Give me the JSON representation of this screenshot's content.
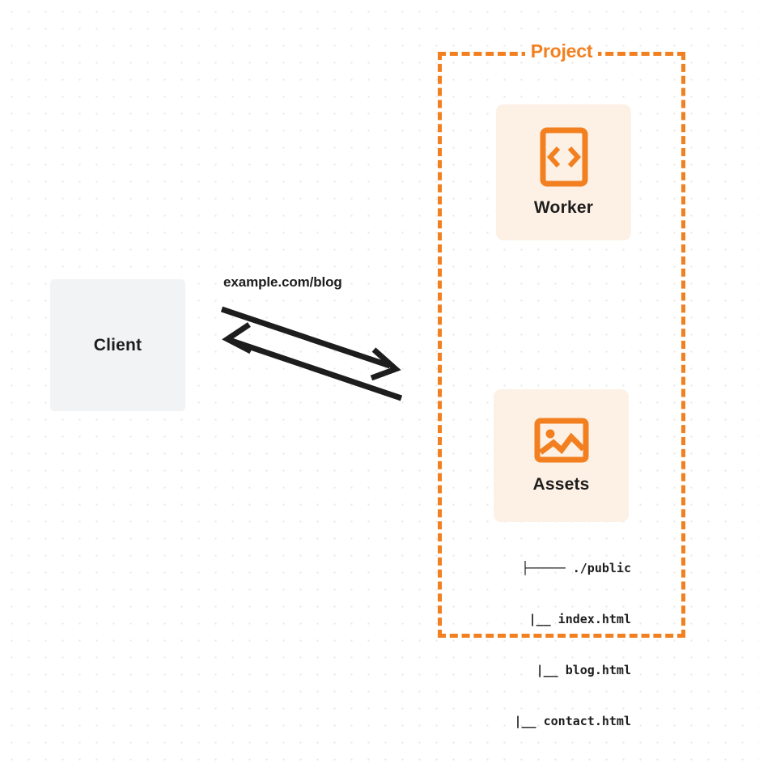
{
  "diagram": {
    "type": "architecture-flow",
    "title": "Client to Project Worker and Assets routing",
    "colors": {
      "accent_orange": "#f38020",
      "card_background": "#fdf1e5",
      "client_background": "#f2f3f4",
      "text_dark": "#1d1d1d",
      "canvas_background": "#ffffff",
      "grid_dot": "#e9e9ea"
    }
  },
  "client": {
    "label": "Client",
    "icon": "client-box"
  },
  "connector": {
    "request_label": "example.com/blog",
    "arrows": [
      {
        "name": "request-arrow",
        "direction": "right",
        "description": "Client to Project"
      },
      {
        "name": "response-arrow",
        "direction": "left",
        "description": "Project to Client"
      }
    ]
  },
  "project": {
    "title": "Project",
    "border_style": "dashed",
    "services": [
      {
        "id": "worker",
        "label": "Worker",
        "icon": "code-brackets-icon"
      },
      {
        "id": "assets",
        "label": "Assets",
        "icon": "image-icon"
      }
    ]
  },
  "file_tree": {
    "root": "./public",
    "root_prefix": "├───── ",
    "rows": [
      {
        "prefix": "├───── ",
        "name": "./public"
      },
      {
        "prefix": "|__ ",
        "name": "index.html"
      },
      {
        "prefix": "|__ ",
        "name": "blog.html"
      },
      {
        "prefix": "|__ ",
        "name": "contact.html"
      }
    ]
  }
}
